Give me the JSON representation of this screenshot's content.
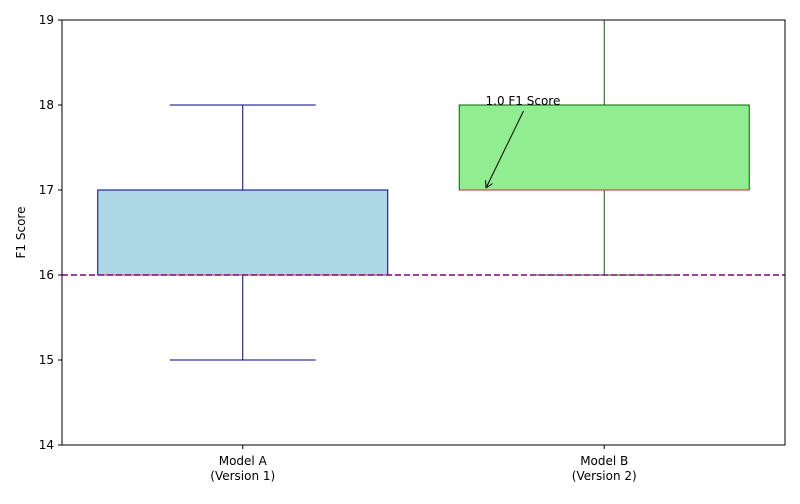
{
  "chart_data": {
    "type": "box",
    "title": "",
    "xlabel": "",
    "ylabel": "F1 Score",
    "ylim": [
      14,
      19
    ],
    "yticks": [
      14,
      15,
      16,
      17,
      18,
      19
    ],
    "categories": [
      "Model A\n(Version 1)",
      "Model B\n(Version 2)"
    ],
    "boxes": [
      {
        "category": "Model A\n(Version 1)",
        "whisker_low": 15,
        "q1": 16,
        "median": 16,
        "q3": 17,
        "whisker_high": 18,
        "fill": "#add8e6",
        "edge": "#00008b",
        "median_color": "#d62728"
      },
      {
        "category": "Model B\n(Version 2)",
        "whisker_low": 16,
        "q1": 17,
        "median": 17,
        "q3": 18,
        "whisker_high": 19,
        "fill": "#90ee90",
        "edge": "#006400",
        "median_color": "#d62728"
      }
    ],
    "reference_line": {
      "y": 16,
      "color": "#800080",
      "style": "dashed"
    },
    "annotation": {
      "text": "1.0 F1 Score",
      "points_to": {
        "x_between": [
          "Model A\n(Version 1)",
          "Model B\n(Version 2)"
        ],
        "y": 17
      }
    },
    "grid": false,
    "legend": "none"
  }
}
